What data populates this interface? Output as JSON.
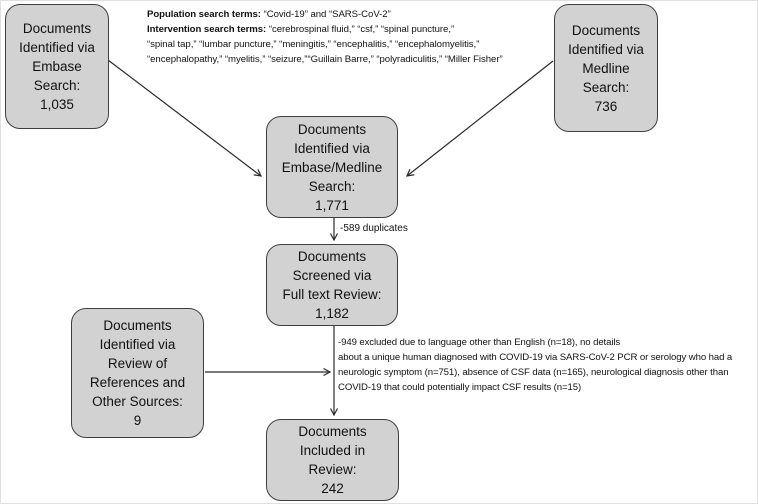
{
  "colors": {
    "box_fill": "#d2d2d2",
    "box_border": "#3f3f3f",
    "arrow": "#2b2b2b",
    "text": "#111111"
  },
  "search_terms": {
    "population_label": "Population search terms:",
    "population_value": " “Covid-19” and “SARS-CoV-2”",
    "intervention_label": "Intervention search terms:",
    "intervention_value": " “cerebrospinal fluid,” “csf,” “spinal puncture,”",
    "intervention_line3": "“spinal tap,” “lumbar puncture,”  “meningitis,” “encephalitis,” “encephalomyelitis,”",
    "intervention_line4": "“encephalopathy,”  “myelitis,”  “seizure,”“Guillain Barre,” “polyradiculitis,” “Miller Fisher”"
  },
  "boxes": {
    "embase": {
      "text": "Documents\nIdentified via\nEmbase\nSearch:\n1,035"
    },
    "medline": {
      "text": "Documents\nIdentified via\nMedline\nSearch:\n736"
    },
    "combined": {
      "text": "Documents\nIdentified via\nEmbase/Medline\nSearch:\n1,771"
    },
    "screened": {
      "text": "Documents\nScreened via\nFull text Review:\n1,182"
    },
    "references": {
      "text": "Documents\nIdentified via\nReview of\nReferences and\nOther Sources:\n9"
    },
    "included": {
      "text": "Documents\nIncluded in\nReview:\n242"
    }
  },
  "annotations": {
    "duplicates": "-589 duplicates",
    "exclusions": "-949 excluded due to language other than English (n=18), no details\nabout a unique human diagnosed with COVID-19 via SARS-CoV-2 PCR or serology who had a\nneurologic symptom  (n=751), absence of CSF data (n=165), neurological diagnosis other than\nCOVID-19 that could potentially impact CSF results (n=15)"
  }
}
